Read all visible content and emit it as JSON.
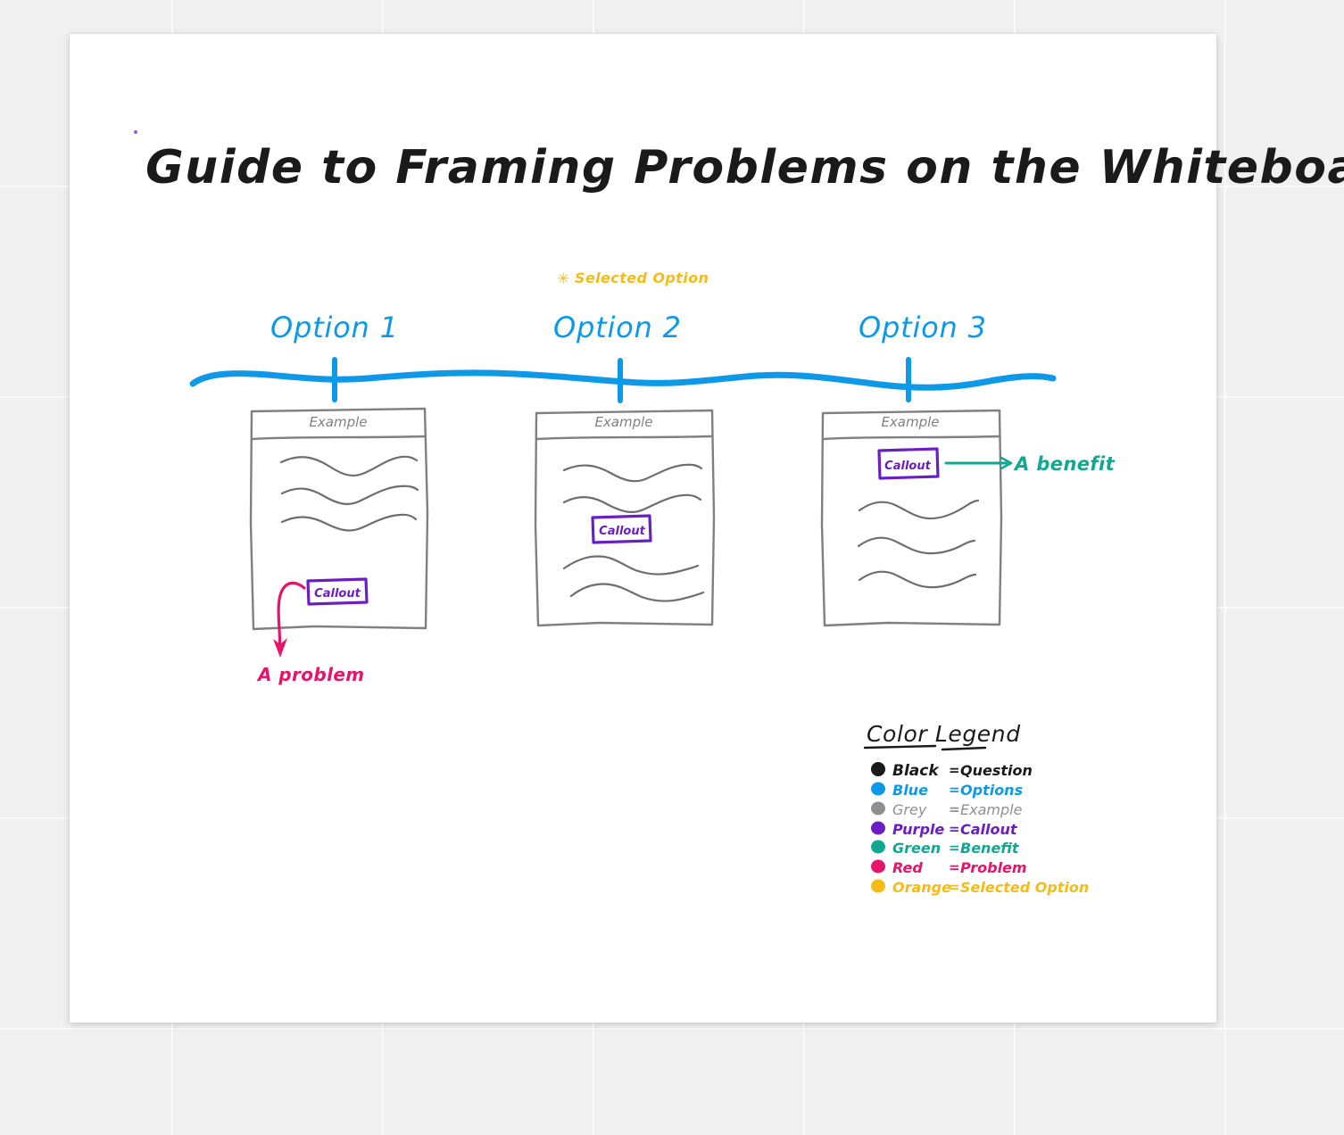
{
  "page": {
    "title": "Guide to Framing Problems on the Whiteboard",
    "background_color": "#f0f0f0",
    "canvas_color": "#ffffff"
  },
  "palette": {
    "black": "#1a1a1a",
    "blue": "#0d99e8",
    "grey": "#808080",
    "purple": "#6a1fc4",
    "green": "#11a893",
    "red": "#e4156b",
    "orange": "#f5bc16"
  },
  "timeline": {
    "selected_marker": {
      "star_glyph": "✳",
      "label": "Selected Option",
      "color": "#f5bc16"
    },
    "axis_color": "#0d99e8",
    "options": [
      {
        "label": "Option 1",
        "tick_x": 375
      },
      {
        "label": "Option 2",
        "tick_x": 695
      },
      {
        "label": "Option 3",
        "tick_x": 1018
      }
    ]
  },
  "cards": [
    {
      "id": "card-option-1",
      "header": "Example",
      "callout": {
        "label": "Callout",
        "position": "bottom"
      },
      "line_count": 3,
      "annotation": {
        "label": "A problem",
        "color": "#e4156b",
        "arrow": "curved-down"
      }
    },
    {
      "id": "card-option-2",
      "header": "Example",
      "callout": {
        "label": "Callout",
        "position": "middle"
      },
      "line_count": 4,
      "annotation": null
    },
    {
      "id": "card-option-3",
      "header": "Example",
      "callout": {
        "label": "Callout",
        "position": "top"
      },
      "line_count": 3,
      "annotation": {
        "label": "A benefit",
        "color": "#11a893",
        "arrow": "straight-right"
      }
    }
  ],
  "legend": {
    "title": "Color Legend",
    "equals": "=",
    "rows": [
      {
        "color_name": "Black",
        "meaning": "Question",
        "hex": "#1a1a1a"
      },
      {
        "color_name": "Blue",
        "meaning": "Options",
        "hex": "#0d99e8"
      },
      {
        "color_name": "Grey",
        "meaning": "Example",
        "hex": "#909090"
      },
      {
        "color_name": "Purple",
        "meaning": "Callout",
        "hex": "#6a1fc4"
      },
      {
        "color_name": "Green",
        "meaning": "Benefit",
        "hex": "#11a893"
      },
      {
        "color_name": "Red",
        "meaning": "Problem",
        "hex": "#e4156b"
      },
      {
        "color_name": "Orange",
        "meaning": "Selected Option",
        "hex": "#f5bc16"
      }
    ]
  }
}
